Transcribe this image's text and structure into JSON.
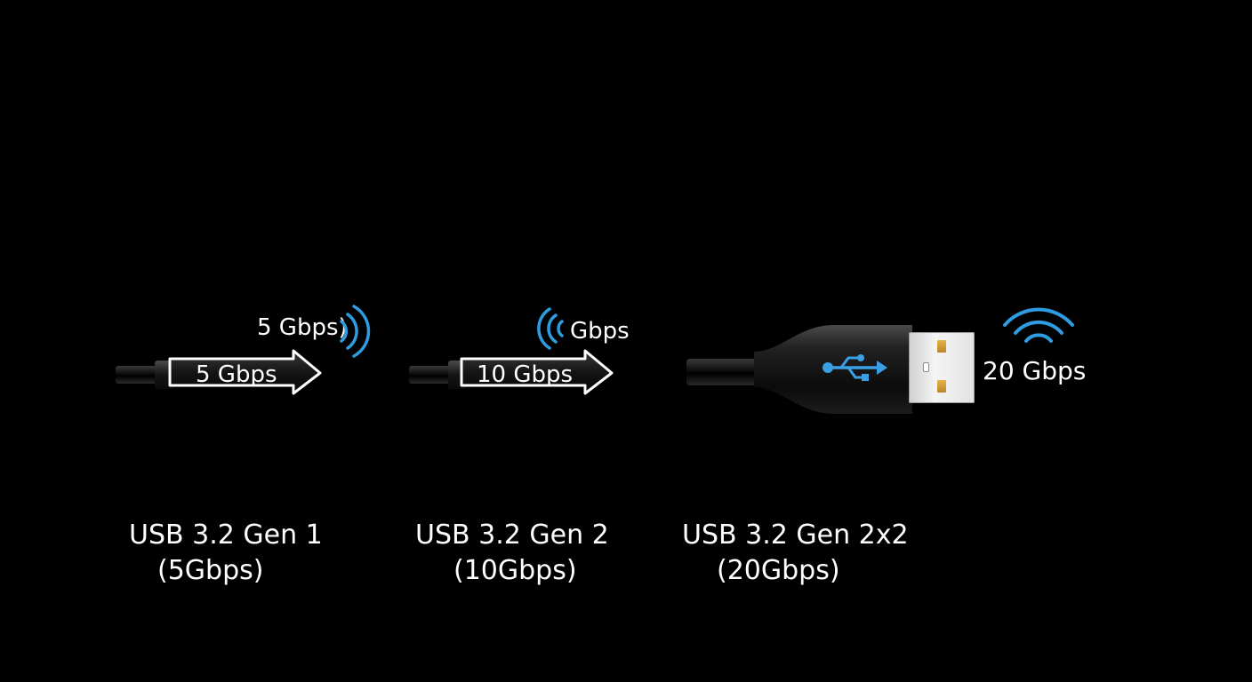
{
  "colors": {
    "background": "#000000",
    "text": "#ffffff",
    "signal_accent": "#2f9be0",
    "usb_logo": "#3aa0e6",
    "cable": "#111111",
    "usb_connector": "#eeeeee",
    "usb_contacts": "#d9a441"
  },
  "connectors": [
    {
      "arrow_label": "5 Gbps",
      "speed_label": "5 Gbps",
      "speed_label_suffix": ")",
      "signal_icon": "wireless-signal-arcs-icon",
      "caption_line1": "USB 3.2 Gen 1",
      "caption_line2": "(5Gbps)"
    },
    {
      "arrow_label": "10 Gbps",
      "speed_label": "Gbps",
      "signal_icon": "wireless-signal-arcs-icon",
      "caption_line1": "USB 3.2 Gen 2",
      "caption_line2": "(10Gbps)"
    },
    {
      "usb_logo_icon": "usb-trident-icon",
      "connector_icon": "usb-type-a-plug-icon",
      "speed_label": "20 Gbps",
      "signal_icon": "wifi-signal-icon",
      "caption_line1": "USB 3.2 Gen 2x2",
      "caption_line2": "(20Gbps)"
    }
  ]
}
